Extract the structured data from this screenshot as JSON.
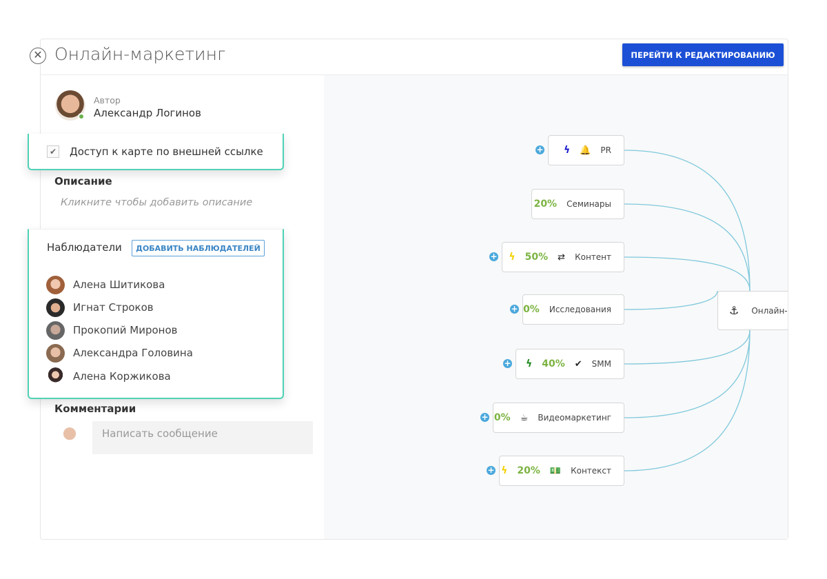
{
  "header": {
    "title": "Онлайн-маркетинг",
    "edit_button": "ПЕРЕЙТИ К РЕДАКТИРОВАНИЮ"
  },
  "author": {
    "label": "Автор",
    "name": "Александр Логинов",
    "online": true
  },
  "external_access": {
    "label": "Доступ к карте по внешней ссылке",
    "checked": true
  },
  "description": {
    "label": "Описание",
    "placeholder": "Кликните чтобы добавить описание"
  },
  "observers": {
    "label": "Наблюдатели",
    "add_button": "ДОБАВИТЬ НАБЛЮДАТЕЛЕЙ",
    "items": [
      {
        "name": "Алена Шитикова"
      },
      {
        "name": "Игнат Строков"
      },
      {
        "name": "Прокопий Миронов"
      },
      {
        "name": "Александра Головина"
      },
      {
        "name": "Алена Коржикова"
      }
    ]
  },
  "comments": {
    "label": "Комментарии",
    "placeholder": "Написать сообщение"
  },
  "map": {
    "center": {
      "label": "Онлайн-маркетинг",
      "icon": "anchor-icon"
    },
    "link_color": "#7ec8dc",
    "nodes": [
      {
        "label": "PR",
        "bolt_color": "#1a1acc",
        "icon": "bell-icon",
        "percent": null,
        "plus": true
      },
      {
        "label": "Семинары",
        "bolt_color": null,
        "icon": null,
        "percent": "20%",
        "plus": false
      },
      {
        "label": "Контент",
        "bolt_color": "#f5d000",
        "icon": "exchange-icon",
        "percent": "50%",
        "plus": true
      },
      {
        "label": "Исследования",
        "bolt_color": null,
        "icon": null,
        "percent": "0%",
        "plus": true
      },
      {
        "label": "SMM",
        "bolt_color": "#1d8a1d",
        "icon": "check-icon",
        "percent": "40%",
        "plus": true
      },
      {
        "label": "Видеомаркетинг",
        "bolt_color": null,
        "icon": "coffee-icon",
        "percent": "0%",
        "plus": true
      },
      {
        "label": "Контекст",
        "bolt_color": "#f5d000",
        "icon": "money-icon",
        "percent": "20%",
        "plus": true
      }
    ]
  }
}
